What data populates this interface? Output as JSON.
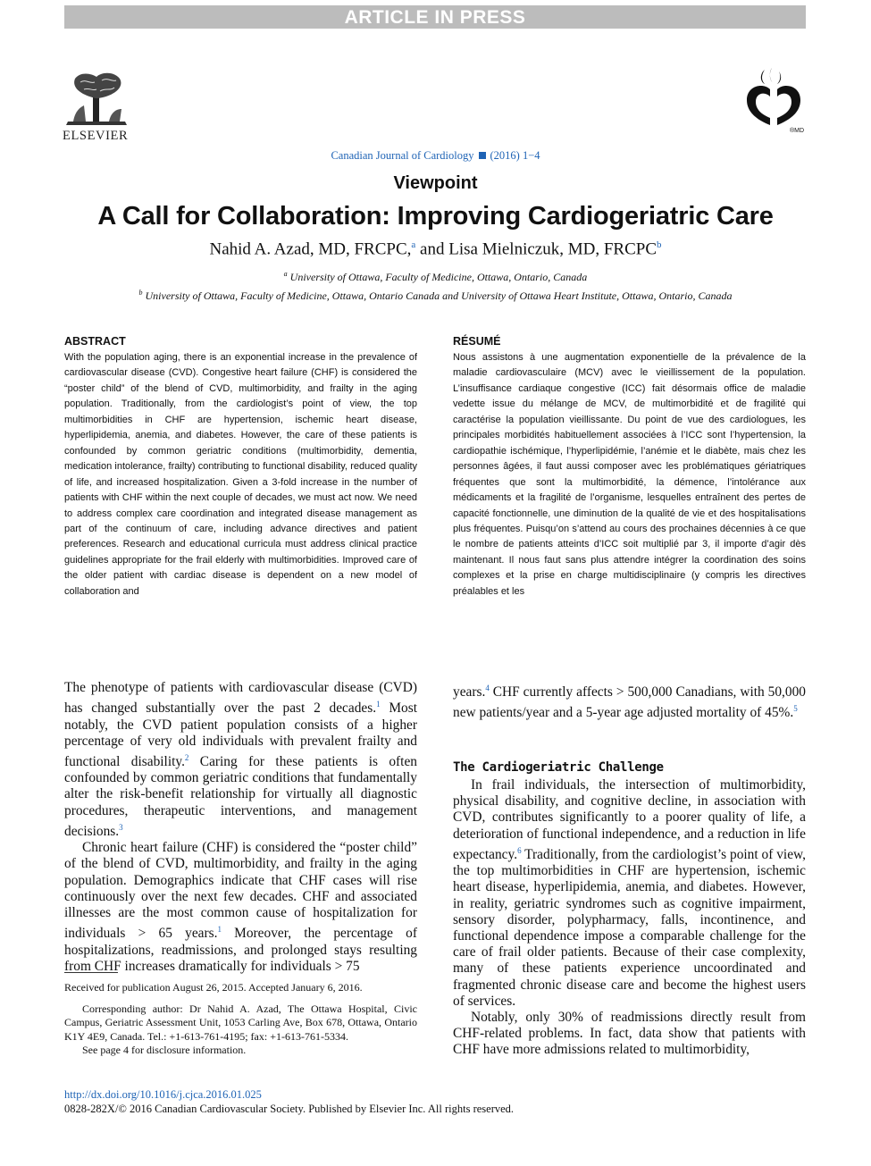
{
  "banner": "ARTICLE IN PRESS",
  "publisher": {
    "name": "ELSEVIER"
  },
  "journal": {
    "name": "Canadian Journal of Cardiology",
    "issue": "(2016) 1−4"
  },
  "article": {
    "type": "Viewpoint",
    "title": "A Call for Collaboration: Improving Cardiogeriatric Care",
    "author1": "Nahid A. Azad, MD, FRCPC,",
    "author1_mark": "a",
    "author_join": " and Lisa Mielniczuk, MD, FRCPC",
    "author2_mark": "b",
    "affiliation_a_mark": "a",
    "affiliation_a": "University of Ottawa, Faculty of Medicine, Ottawa, Ontario, Canada",
    "affiliation_b_mark": "b",
    "affiliation_b": "University of Ottawa, Faculty of Medicine, Ottawa, Ontario Canada and University of Ottawa Heart Institute, Ottawa, Ontario, Canada"
  },
  "abstract": {
    "heading": "ABSTRACT",
    "text": "With the population aging, there is an exponential increase in the prevalence of cardiovascular disease (CVD). Congestive heart failure (CHF) is considered the “poster child” of the blend of CVD, multimorbidity, and frailty in the aging population. Traditionally, from the cardiologist’s point of view, the top multimorbidities in CHF are hypertension, ischemic heart disease, hyperlipidemia, anemia, and diabetes. However, the care of these patients is confounded by common geriatric conditions (multimorbidity, dementia, medication intolerance, frailty) contributing to functional disability, reduced quality of life, and increased hospitalization. Given a 3-fold increase in the number of patients with CHF within the next couple of decades, we must act now. We need to address complex care coordination and integrated disease management as part of the continuum of care, including advance directives and patient preferences. Research and educational curricula must address clinical practice guidelines appropriate for the frail elderly with multimorbidities. Improved care of the older patient with cardiac disease is dependent on a new model of collaboration and"
  },
  "resume": {
    "heading": "RÉSUMÉ",
    "text": "Nous assistons à une augmentation exponentielle de la prévalence de la maladie cardiovasculaire (MCV) avec le vieillissement de la population. L’insuffisance cardiaque congestive (ICC) fait désormais office de maladie vedette issue du mélange de MCV, de multimorbidité et de fragilité qui caractérise la population vieillissante. Du point de vue des cardiologues, les principales morbidités habituellement associées à l’ICC sont l’hypertension, la cardiopathie ischémique, l’hyperlipidémie, l’anémie et le diabète, mais chez les personnes âgées, il faut aussi composer avec les problématiques gériatriques fréquentes que sont la multimorbidité, la démence, l’intolérance aux médicaments et la fragilité de l’organisme, lesquelles entraînent des pertes de capacité fonctionnelle, une diminution de la qualité de vie et des hospitalisations plus fréquentes. Puisqu’on s’attend au cours des prochaines décennies à ce que le nombre de patients atteints d’ICC soit multiplié par 3, il importe d’agir dès maintenant. Il nous faut sans plus attendre intégrer la coordination des soins complexes et la prise en charge multidisciplinaire (y compris les directives préalables et les"
  },
  "body_left": {
    "p1a": "The phenotype of patients with cardiovascular disease (CVD) has changed substantially over the past 2 decades.",
    "p1_ref1": "1",
    "p1b": " Most notably, the CVD patient population consists of a higher percentage of very old individuals with prevalent frailty and functional disability.",
    "p1_ref2": "2",
    "p1c": " Caring for these patients is often confounded by common geriatric conditions that fundamentally alter the risk-benefit relationship for virtually all diagnostic procedures, therapeutic interventions, and management decisions.",
    "p1_ref3": "3",
    "p2a": "Chronic heart failure (CHF) is considered the “poster child” of the blend of CVD, multimorbidity, and frailty in the aging population. Demographics indicate that CHF cases will rise continuously over the next few decades. CHF and associated illnesses are the most common cause of hospitalization for individuals > 65 years.",
    "p2_ref1": "1",
    "p2b": " Moreover, the percentage of hospitalizations, readmissions, and prolonged stays resulting from CHF increases dramatically for individuals > 75"
  },
  "body_right": {
    "top_a": "years.",
    "top_ref4": "4",
    "top_b": " CHF currently affects > 500,000 Canadians, with 50,000 new patients/year and a 5-year age adjusted mortality of 45%.",
    "top_ref5": "5",
    "section_heading": "The Cardiogeriatric Challenge",
    "p3a": "In frail individuals, the intersection of multimorbidity, physical disability, and cognitive decline, in association with CVD, contributes significantly to a poorer quality of life, a deterioration of functional independence, and a reduction in life expectancy.",
    "p3_ref6": "6",
    "p3b": " Traditionally, from the cardiologist’s point of view, the top multimorbidities in CHF are hypertension, ischemic heart disease, hyperlipidemia, anemia, and diabetes. However, in reality, geriatric syndromes such as cognitive impairment, sensory disorder, polypharmacy, falls, incontinence, and functional dependence impose a comparable challenge for the care of frail older patients. Because of their case complexity, many of these patients experience uncoordinated and fragmented chronic disease care and become the highest users of services.",
    "p4": "Notably, only 30% of readmissions directly result from CHF-related problems. In fact, data show that patients with CHF have more admissions related to multimorbidity,"
  },
  "footnotes": {
    "received": "Received for publication August 26, 2015. Accepted January 6, 2016.",
    "corresponding": "Corresponding author: Dr Nahid A. Azad, The Ottawa Hospital, Civic Campus, Geriatric Assessment Unit, 1053 Carling Ave, Box 678, Ottawa, Ontario K1Y 4E9, Canada. Tel.: +1-613-761-4195; fax: +1-613-761-5334.",
    "disclosure": "See page 4 for disclosure information."
  },
  "footer": {
    "doi": "http://dx.doi.org/10.1016/j.cjca.2016.01.025",
    "copyright": "0828-282X/© 2016 Canadian Cardiovascular Society. Published by Elsevier Inc. All rights reserved."
  },
  "colors": {
    "link": "#1e63b5",
    "banner_bg": "#bcbcbc"
  }
}
